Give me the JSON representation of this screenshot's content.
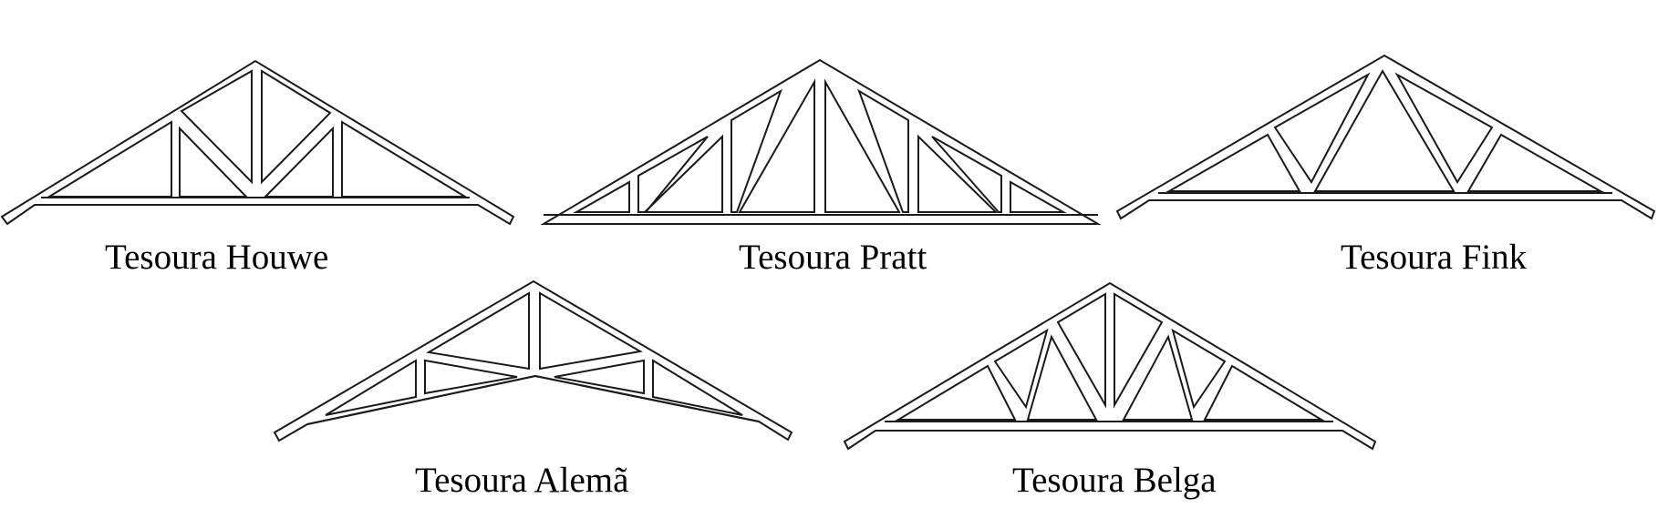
{
  "trusses": [
    {
      "id": "houwe",
      "label": "Tesoura Houwe"
    },
    {
      "id": "pratt",
      "label": "Tesoura Pratt"
    },
    {
      "id": "fink",
      "label": "Tesoura Fink"
    },
    {
      "id": "alema",
      "label": "Tesoura Alemã"
    },
    {
      "id": "belga",
      "label": "Tesoura Belga"
    }
  ],
  "colors": {
    "line": "#1a1a1a",
    "member_fill": "#ffffff",
    "background": "#ffffff"
  }
}
